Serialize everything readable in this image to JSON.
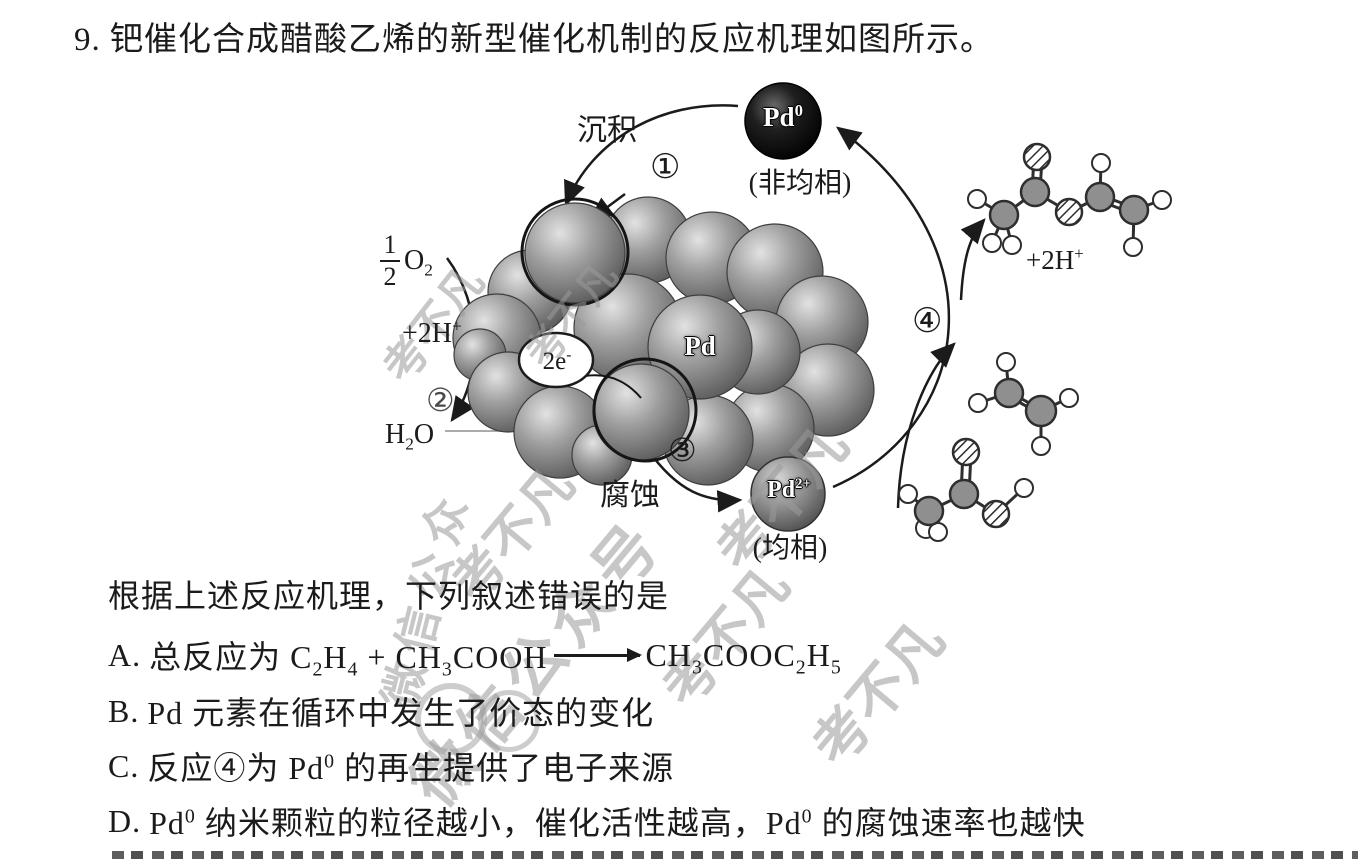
{
  "colors": {
    "paper": "#ffffff",
    "ink": "#1b1b1b",
    "watermark": "#9b9b9b"
  },
  "title": "9. 钯催化合成醋酸乙烯的新型催化机制的反应机理如图所示。",
  "diagram": {
    "pd0": {
      "label": "Pd^{0}",
      "phase": "(非均相)"
    },
    "pd2": {
      "label": "Pd^{2+}",
      "phase": "(均相)"
    },
    "cluster": {
      "pd_label": "Pd",
      "electrons": "2e^{-}"
    },
    "steps": {
      "s1": {
        "num": "①",
        "label": "沉积"
      },
      "s2": {
        "num": "②"
      },
      "s3": {
        "num": "③",
        "label": "腐蚀"
      },
      "s4": {
        "num": "④"
      }
    },
    "left_labels": {
      "half_num": "1",
      "half_den": "2",
      "o2": "O_{2}",
      "plus_2h": "+2H^{+}",
      "h2o": "H_{2}O"
    },
    "right_labels": {
      "plus_2h": "+2H^{+}"
    },
    "molecules": {
      "top_right": "vinyl-acetate",
      "middle_right": "ethylene",
      "bottom_right": "acetic-acid"
    }
  },
  "question": {
    "stem": "根据上述反应机理，下列叙述错误的是"
  },
  "options": {
    "a": {
      "key": "A.",
      "pre": "总反应为 C_{2}H_{4} + CH_{3}COOH",
      "post": "CH_{3}COOC_{2}H_{5}"
    },
    "b": {
      "key": "B.",
      "text": "Pd 元素在循环中发生了价态的变化"
    },
    "c": {
      "key": "C.",
      "text": "反应④为 Pd^{0} 的再生提供了电子来源"
    },
    "d": {
      "key": "D.",
      "text": "Pd^{0} 纳米颗粒的粒径越小，催化活性越高，Pd^{0} 的腐蚀速率也越快"
    }
  },
  "watermarks": {
    "brand": "考不凡",
    "wechat": "微信公众号",
    "wechat_short": "微信公众"
  }
}
